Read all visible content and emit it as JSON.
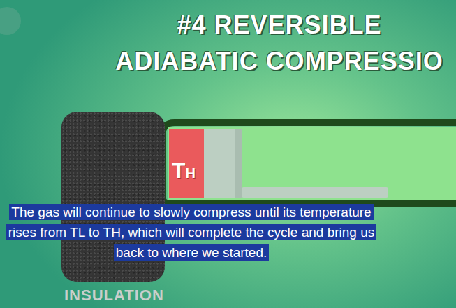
{
  "diagram": {
    "title": "#4 REVERSIBLE ADIABATIC COMPRESSIO",
    "caption": "The gas will continue to slowly compress until its temperature rises from TL to TH, which will complete the cycle and bring us back to where we started.",
    "nodes": [
      {
        "text": [
          "INSULATION"
        ]
      },
      {
        "text": [
          "TH"
        ]
      }
    ]
  }
}
